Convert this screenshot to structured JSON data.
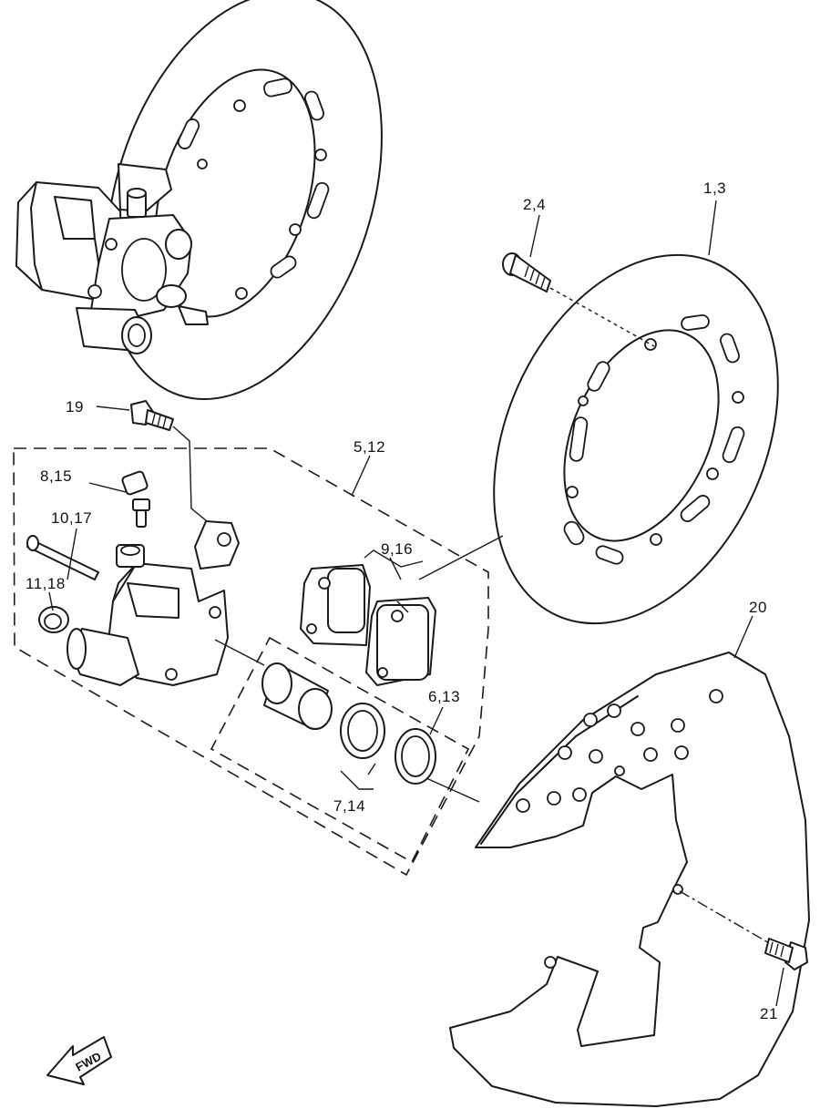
{
  "labels": {
    "p1_3": "1,3",
    "p2_4": "2,4",
    "p5_12": "5,12",
    "p6_13": "6,13",
    "p7_14": "7,14",
    "p8_15": "8,15",
    "p9_16": "9,16",
    "p10_17": "10,17",
    "p11_18": "11,18",
    "p19": "19",
    "p20": "20",
    "p21": "21"
  },
  "fwd_arrow": {
    "text": "FWD"
  },
  "colors": {
    "line": "#1a1a1a",
    "background": "#ffffff"
  }
}
